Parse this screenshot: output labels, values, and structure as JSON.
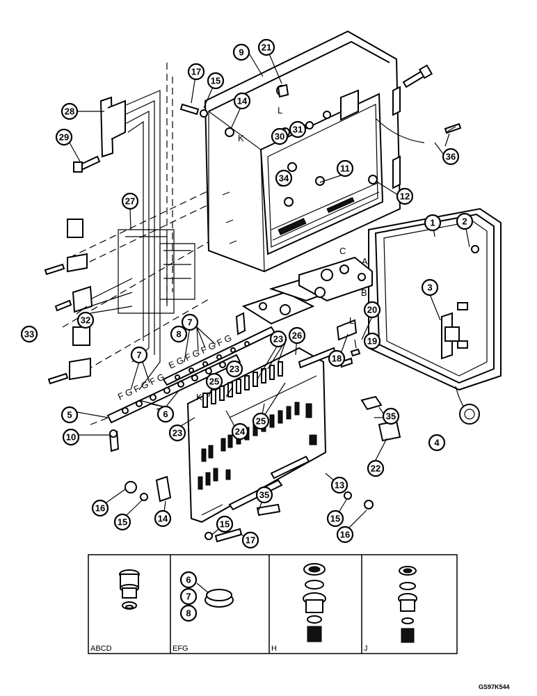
{
  "callouts": {
    "c1": "1",
    "c2": "2",
    "c3": "3",
    "c4": "4",
    "c5": "5",
    "c6": "6",
    "c7a": "7",
    "c7b": "7",
    "c8": "8",
    "c9": "9",
    "c10": "10",
    "c11": "11",
    "c12": "12",
    "c13": "13",
    "c14a": "14",
    "c14b": "14",
    "c15a": "15",
    "c15b": "15",
    "c15c": "15",
    "c15d": "15",
    "c16a": "16",
    "c16b": "16",
    "c17a": "17",
    "c17b": "17",
    "c18": "18",
    "c19": "19",
    "c20": "20",
    "c21": "21",
    "c22": "22",
    "c23a": "23",
    "c23b": "23",
    "c23c": "23",
    "c24": "24",
    "c25a": "25",
    "c25b": "25",
    "c26": "26",
    "c27": "27",
    "c28": "28",
    "c29": "29",
    "c30": "30",
    "c31": "31",
    "c32": "32",
    "c33": "33",
    "c34": "34",
    "c35a": "35",
    "c35b": "35",
    "c36": "36",
    "c6i": "6",
    "c7i": "7",
    "c8i": "8"
  },
  "letters": {
    "K1": "K",
    "L1": "L",
    "C": "C",
    "A": "A",
    "B": "B",
    "Lb": "L",
    "K2": "K",
    "fg1": "F G F G F G",
    "fg2": "E G F G F G F G"
  },
  "insets": {
    "abcd": "ABCD",
    "efg": "EFG",
    "h": "H",
    "j": "J"
  },
  "reference_code": "GS97K544"
}
